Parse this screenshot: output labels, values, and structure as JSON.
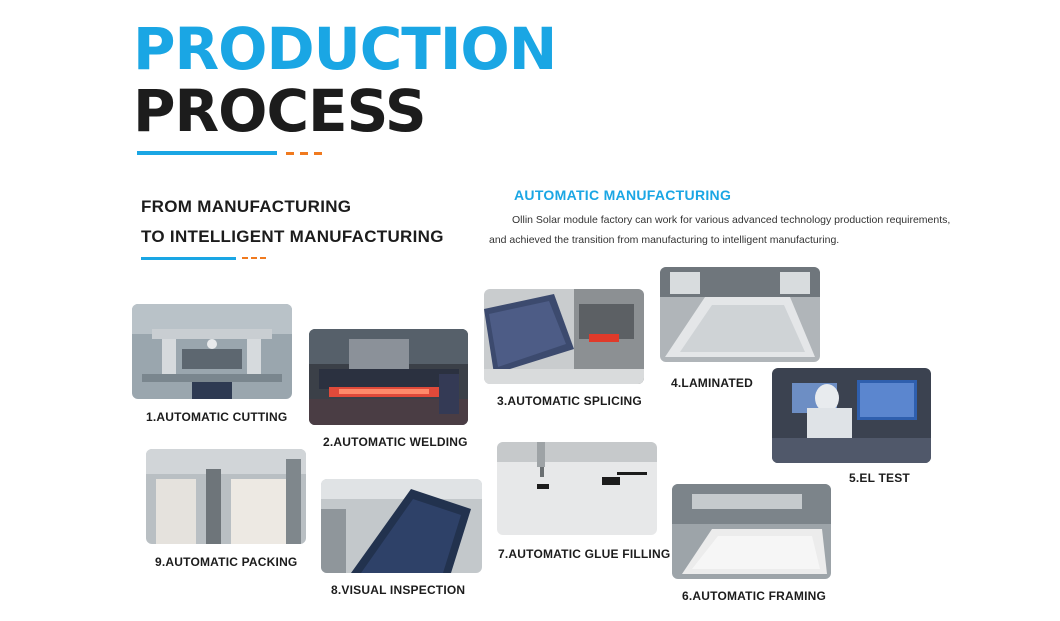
{
  "header": {
    "title_line1": "PRODUCTION",
    "title_line2": "PROCESS"
  },
  "intro": {
    "heading_line1": "FROM MANUFACTURING",
    "heading_line2": "TO INTELLIGENT MANUFACTURING"
  },
  "automatic": {
    "title": "AUTOMATIC MANUFACTURING",
    "desc_line1": "Ollin Solar module factory can work for various advanced technology production requirements,",
    "desc_line2": "and achieved the transition from manufacturing to intelligent manufacturing."
  },
  "steps": [
    {
      "label": "1.AUTOMATIC CUTTING"
    },
    {
      "label": "2.AUTOMATIC WELDING"
    },
    {
      "label": "3.AUTOMATIC SPLICING"
    },
    {
      "label": "4.LAMINATED"
    },
    {
      "label": "5.EL TEST"
    },
    {
      "label": "6.AUTOMATIC FRAMING"
    },
    {
      "label": "7.AUTOMATIC GLUE FILLING"
    },
    {
      "label": "8.VISUAL INSPECTION"
    },
    {
      "label": "9.AUTOMATIC PACKING"
    }
  ],
  "colors": {
    "accent_blue": "#1aa6e4",
    "accent_orange": "#f07a1f",
    "text_dark": "#1c1c1c"
  }
}
